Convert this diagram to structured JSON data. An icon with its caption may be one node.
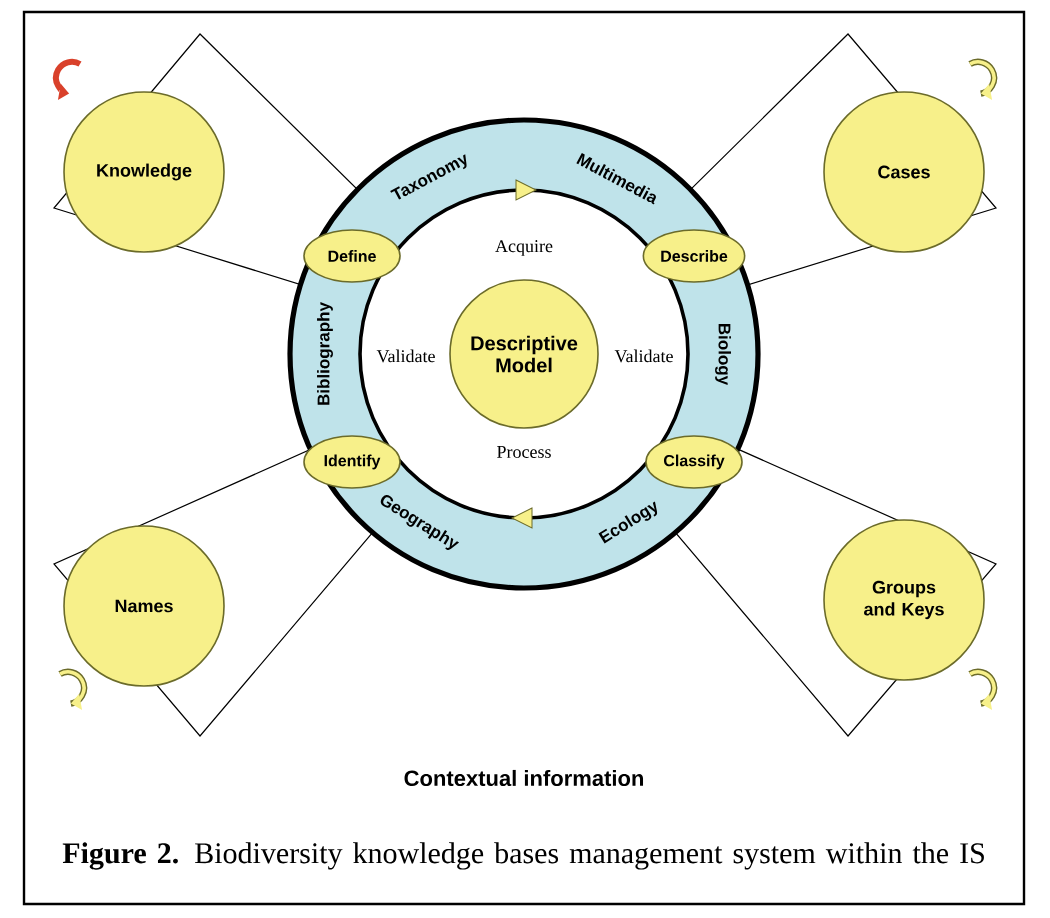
{
  "diagram": {
    "caption": "**Figure 2.** Biodiversity knowledge bases management system within the IS",
    "nodes": [
      {
        "text": [
          "Descriptive Model"
        ]
      },
      {
        "text": [
          "Define"
        ]
      },
      {
        "text": [
          "Describe"
        ]
      },
      {
        "text": [
          "Identify"
        ]
      },
      {
        "text": [
          "Classify"
        ]
      },
      {
        "text": [
          "Knowledge"
        ]
      },
      {
        "text": [
          "Cases"
        ]
      },
      {
        "text": [
          "Names"
        ]
      },
      {
        "text": [
          "Groups and Keys"
        ]
      }
    ],
    "labels": [
      "Taxonomy",
      "Multimedia",
      "Acquire",
      "Bibliography",
      "Validate",
      "Validate",
      "Biology",
      "Process",
      "Geography",
      "Ecology",
      "Contextual information"
    ]
  }
}
